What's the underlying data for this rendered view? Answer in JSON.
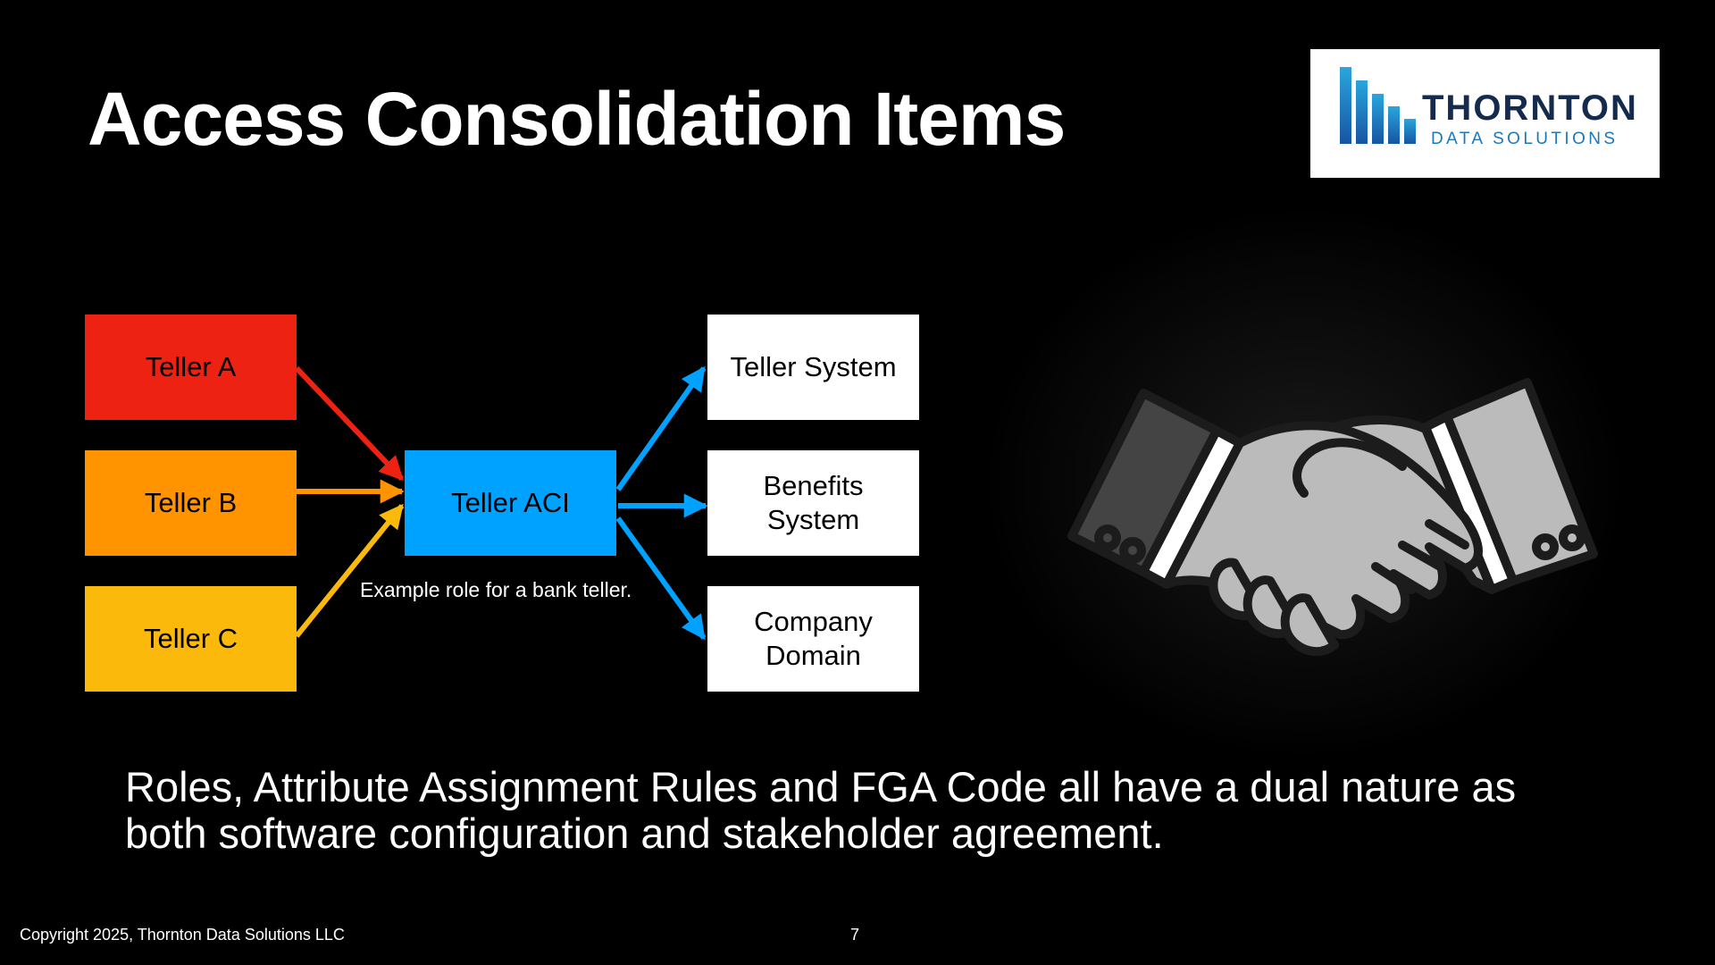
{
  "slide": {
    "title": "Access Consolidation Items",
    "body": "Roles, Attribute Assignment Rules and FGA Code all have a dual nature as both software configuration and stakeholder agreement.",
    "footer_copyright": "Copyright  2025, Thornton Data Solutions LLC",
    "page_number": "7"
  },
  "logo": {
    "name": "THORNTON",
    "tagline": "DATA SOLUTIONS",
    "icon": "bar-chart-icon",
    "colors": {
      "name": "#142b4d",
      "tagline": "#1d78b8",
      "bars": "#1f86c6"
    }
  },
  "diagram": {
    "inputs": [
      {
        "label": "Teller A",
        "color": "#ee2213"
      },
      {
        "label": "Teller B",
        "color": "#ff9300"
      },
      {
        "label": "Teller C",
        "color": "#fbb90c"
      }
    ],
    "hub": {
      "label": "Teller ACI",
      "color": "#00a2ff"
    },
    "caption": "Example role for a bank teller.",
    "outputs": [
      {
        "label": "Teller System"
      },
      {
        "label": "Benefits System"
      },
      {
        "label": "Company Domain"
      }
    ]
  },
  "illustration": {
    "icon": "handshake-icon"
  },
  "colors": {
    "background": "#000000",
    "text": "#ffffff"
  }
}
